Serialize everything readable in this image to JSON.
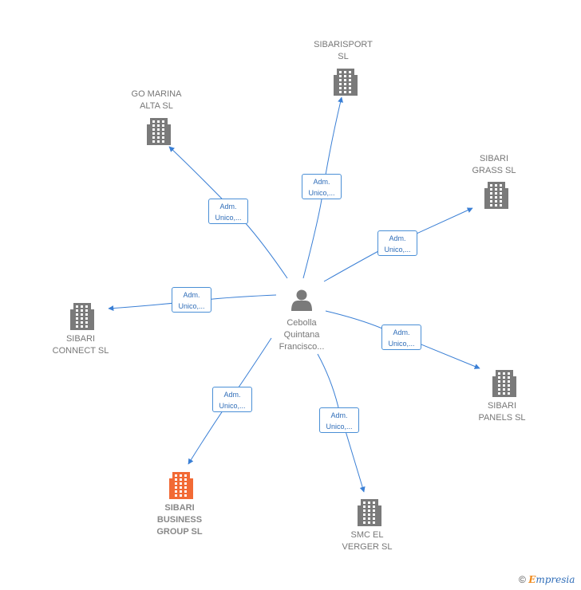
{
  "center": {
    "name": "Cebolla\nQuintana\nFrancisco..."
  },
  "companies": [
    {
      "id": "sibarisport",
      "name": "SIBARISPORT\nSL",
      "highlight": false
    },
    {
      "id": "go-marina",
      "name": "GO MARINA\nALTA  SL",
      "highlight": false
    },
    {
      "id": "sibari-grass",
      "name": "SIBARI\nGRASS  SL",
      "highlight": false
    },
    {
      "id": "sibari-connect",
      "name": "SIBARI\nCONNECT  SL",
      "highlight": false
    },
    {
      "id": "sibari-panels",
      "name": "SIBARI\nPANELS  SL",
      "highlight": false
    },
    {
      "id": "sibari-business",
      "name": "SIBARI\nBUSINESS\nGROUP  SL",
      "highlight": true
    },
    {
      "id": "smc-el-verger",
      "name": "SMC EL\nVERGER  SL",
      "highlight": false
    }
  ],
  "edge_label": "Adm.\nUnico,...",
  "colors": {
    "edge": "#3a7fd5",
    "building": "#7a7a7a",
    "building_highlight": "#f26a35",
    "person": "#7a7a7a"
  },
  "footer": {
    "copyright": "©",
    "brand_first": "E",
    "brand_rest": "mpresia"
  }
}
